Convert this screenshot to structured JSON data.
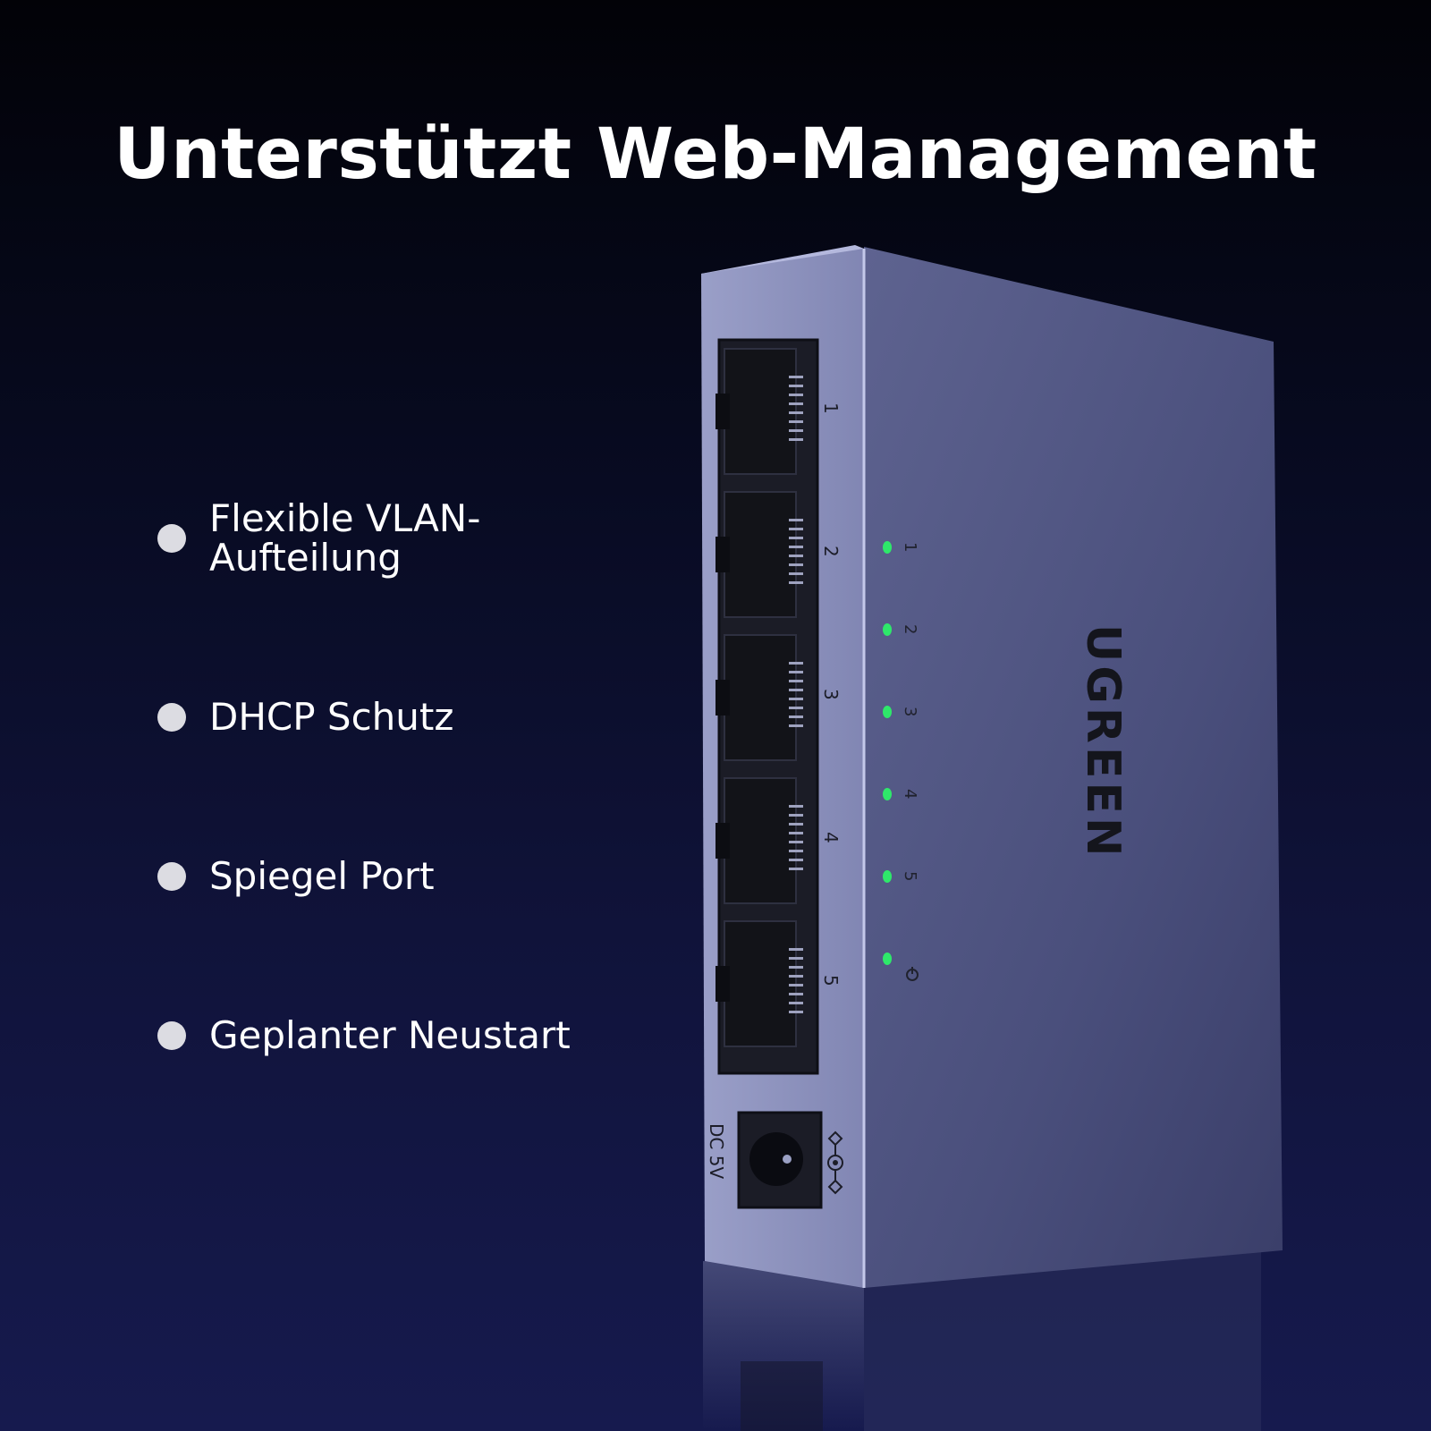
{
  "headline": "Unterstützt Web-Management",
  "features": [
    {
      "label": "Flexible VLAN-Aufteilung",
      "line1": "Flexible VLAN-",
      "line2": "Aufteilung"
    },
    {
      "label": "DHCP Schutz"
    },
    {
      "label": "Spiegel Port"
    },
    {
      "label": "Geplanter Neustart"
    }
  ],
  "device": {
    "brand": "UGREEN",
    "power_label": "DC 5V",
    "port_numbers": [
      "1",
      "2",
      "3",
      "4",
      "5"
    ],
    "led_labels": [
      "1",
      "2",
      "3",
      "4",
      "5"
    ],
    "power_led_icon": "power-icon",
    "led_color": "#2ee86a",
    "body_color": "#5c6190"
  },
  "colors": {
    "background_top": "#020207",
    "background_bottom": "#161a4e",
    "bullet": "#dcdce2",
    "text": "#ffffff"
  }
}
